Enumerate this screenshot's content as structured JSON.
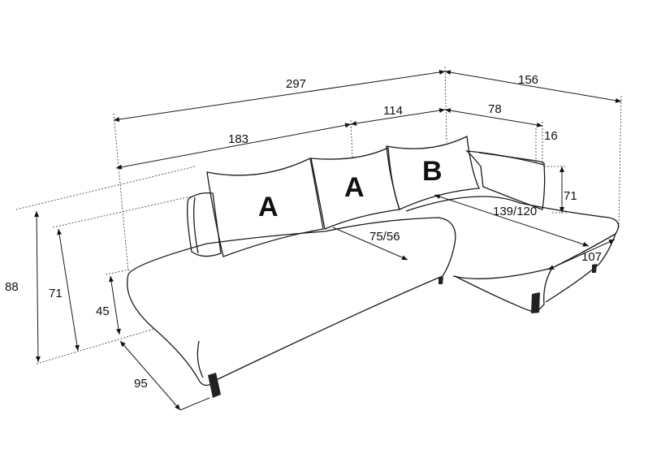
{
  "dimensions": {
    "total_width": "297",
    "chaise_depth": "156",
    "middle_width": "114",
    "chaise_width": "78",
    "left_width": "183",
    "back_thickness": "16",
    "chaise_back_height": "71",
    "chaise_length": "139/120",
    "seat_depth": "75/56",
    "chaise_front_width": "107",
    "total_height": "88",
    "back_height": "71",
    "seat_height": "45",
    "depth": "95"
  },
  "cushions": [
    "A",
    "A",
    "B"
  ],
  "colors": {
    "line": "#1a1a1a",
    "background": "#ffffff",
    "leg": "#222222"
  }
}
